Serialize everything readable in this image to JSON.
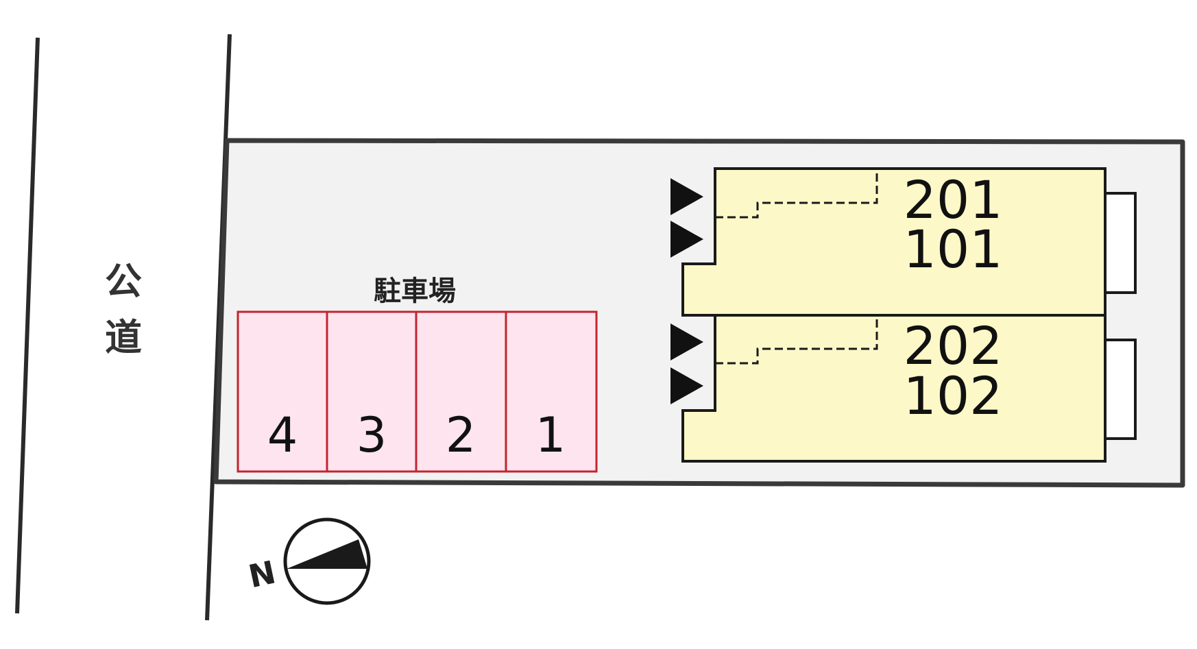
{
  "road": {
    "label_chars": [
      "公",
      "道"
    ]
  },
  "parking": {
    "title": "駐車場",
    "spaces": [
      "4",
      "3",
      "2",
      "1"
    ]
  },
  "buildings": [
    {
      "upper_unit": "201",
      "lower_unit": "101"
    },
    {
      "upper_unit": "202",
      "lower_unit": "102"
    }
  ],
  "compass": {
    "north_label": "N"
  },
  "colors": {
    "site_fill": "#f2f2f2",
    "site_border": "#3a3a3a",
    "parking_fill": "#fde4ee",
    "parking_border": "#c4232f",
    "building_fill": "#fcf8c8",
    "line": "#1a1a1a"
  },
  "icons": [
    "entrance-arrow-icon",
    "compass-icon"
  ]
}
